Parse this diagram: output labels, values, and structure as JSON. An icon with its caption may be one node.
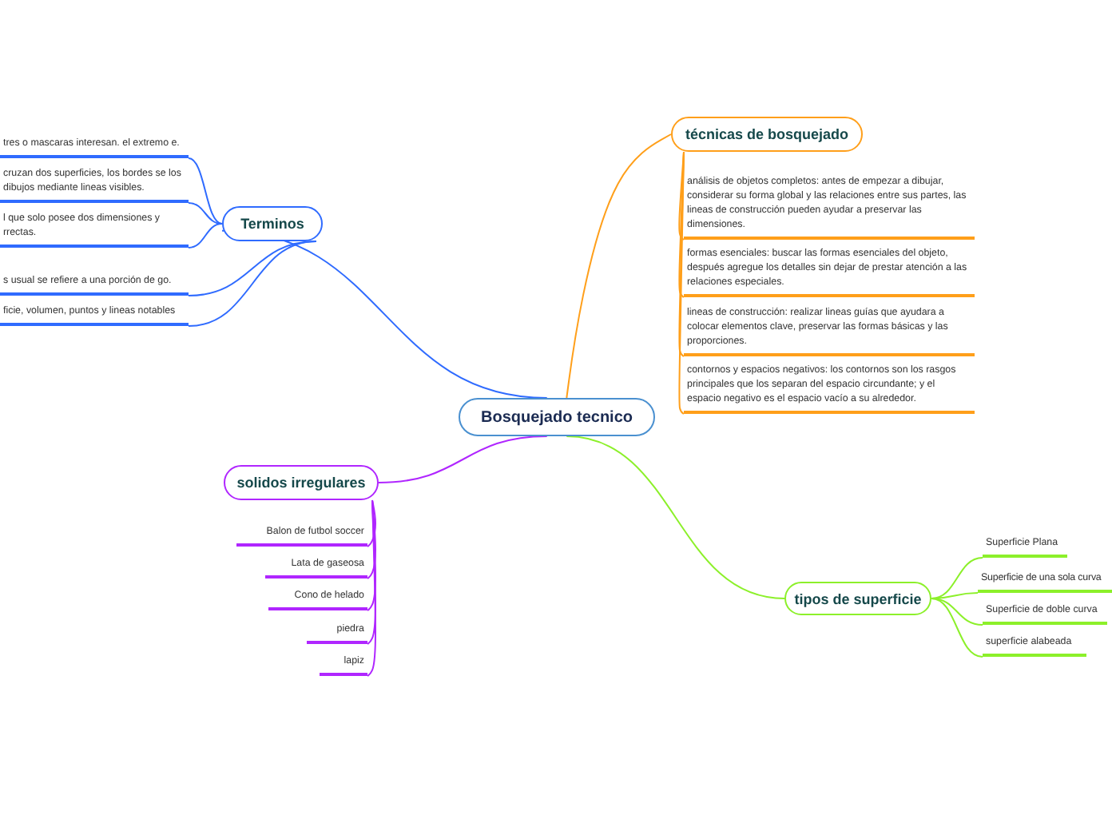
{
  "diagram": {
    "nodes": [
      {
        "text": [
          "Bosquejado tecnico"
        ]
      },
      {
        "text": [
          "Terminos"
        ]
      },
      {
        "text": [
          "tres o mascaras interesan. el extremo e."
        ]
      },
      {
        "text": [
          "cruzan dos superficies, los bordes se los dibujos mediante lineas visibles."
        ]
      },
      {
        "text": [
          "l que solo posee dos dimensiones y rrectas."
        ]
      },
      {
        "text": [
          "s usual se refiere a una porción de go."
        ]
      },
      {
        "text": [
          "ficie, volumen, puntos y lineas notables"
        ]
      },
      {
        "text": [
          "técnicas de bosquejado"
        ]
      },
      {
        "text": [
          "análisis de objetos completos: antes de empezar a dibujar, considerar su forma global y las relaciones entre sus partes, las lineas de construcción pueden ayudar a preservar las dimensiones."
        ]
      },
      {
        "text": [
          "formas esenciales: buscar las formas esenciales del objeto, después agregue los detalles sin dejar de prestar atención a las relaciones especiales."
        ]
      },
      {
        "text": [
          "lineas de construcción: realizar lineas guías que ayudara a colocar elementos clave, preservar las formas básicas y las proporciones."
        ]
      },
      {
        "text": [
          "contornos y espacios negativos: los contornos son los rasgos principales que los separan del espacio circundante; y el espacio negativo es el espacio vacío a su alrededor."
        ]
      },
      {
        "text": [
          "solidos irregulares"
        ]
      },
      {
        "text": [
          "Balon de futbol soccer"
        ]
      },
      {
        "text": [
          "Lata de gaseosa"
        ]
      },
      {
        "text": [
          "Cono de helado"
        ]
      },
      {
        "text": [
          "piedra"
        ]
      },
      {
        "text": [
          "lapiz"
        ]
      },
      {
        "text": [
          "tipos de superficie"
        ]
      },
      {
        "text": [
          "Superficie Plana"
        ]
      },
      {
        "text": [
          "Superficie de una sola curva"
        ]
      },
      {
        "text": [
          "Superficie de doble curva"
        ]
      },
      {
        "text": [
          "superficie alabeada"
        ]
      }
    ],
    "edges": [
      {
        "from": 0,
        "to": 1,
        "arrow": "none",
        "color": "#2f6bff"
      },
      {
        "from": 1,
        "to": 2,
        "arrow": "none",
        "color": "#2f6bff"
      },
      {
        "from": 1,
        "to": 3,
        "arrow": "none",
        "color": "#2f6bff"
      },
      {
        "from": 1,
        "to": 4,
        "arrow": "none",
        "color": "#2f6bff"
      },
      {
        "from": 1,
        "to": 5,
        "arrow": "none",
        "color": "#2f6bff"
      },
      {
        "from": 1,
        "to": 6,
        "arrow": "none",
        "color": "#2f6bff"
      },
      {
        "from": 0,
        "to": 7,
        "arrow": "none",
        "color": "#ff9f1a"
      },
      {
        "from": 7,
        "to": 8,
        "arrow": "none",
        "color": "#ff9f1a"
      },
      {
        "from": 7,
        "to": 9,
        "arrow": "none",
        "color": "#ff9f1a"
      },
      {
        "from": 7,
        "to": 10,
        "arrow": "none",
        "color": "#ff9f1a"
      },
      {
        "from": 7,
        "to": 11,
        "arrow": "none",
        "color": "#ff9f1a"
      },
      {
        "from": 0,
        "to": 12,
        "arrow": "none",
        "color": "#b026ff"
      },
      {
        "from": 12,
        "to": 13,
        "arrow": "none",
        "color": "#b026ff"
      },
      {
        "from": 12,
        "to": 14,
        "arrow": "none",
        "color": "#b026ff"
      },
      {
        "from": 12,
        "to": 15,
        "arrow": "none",
        "color": "#b026ff"
      },
      {
        "from": 12,
        "to": 16,
        "arrow": "none",
        "color": "#b026ff"
      },
      {
        "from": 12,
        "to": 17,
        "arrow": "none",
        "color": "#b026ff"
      },
      {
        "from": 0,
        "to": 18,
        "arrow": "none",
        "color": "#8cf02a"
      },
      {
        "from": 18,
        "to": 19,
        "arrow": "none",
        "color": "#8cf02a"
      },
      {
        "from": 18,
        "to": 20,
        "arrow": "none",
        "color": "#8cf02a"
      },
      {
        "from": 18,
        "to": 21,
        "arrow": "none",
        "color": "#8cf02a"
      },
      {
        "from": 18,
        "to": 22,
        "arrow": "none",
        "color": "#8cf02a"
      }
    ]
  }
}
